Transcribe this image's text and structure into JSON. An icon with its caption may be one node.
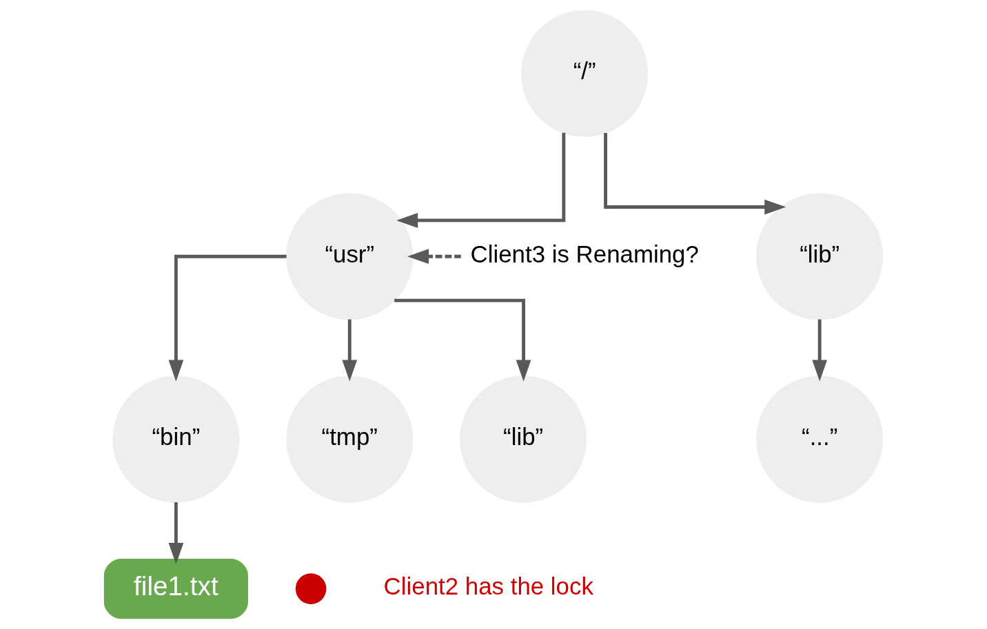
{
  "diagram": {
    "nodes": [
      {
        "text": [
          "“/”"
        ]
      },
      {
        "text": [
          "“usr”"
        ]
      },
      {
        "text": [
          "“lib”"
        ]
      },
      {
        "text": [
          "“lib”"
        ]
      },
      {
        "text": [
          "“bin”"
        ]
      },
      {
        "text": [
          "“tmp”"
        ]
      },
      {
        "text": [
          "“...”"
        ]
      },
      {
        "text": [
          "file1.txt"
        ]
      },
      {
        "text": [
          "Client3 is Renaming?"
        ]
      },
      {
        "text": [],
        "shape": "circle",
        "beside": [
          "Client2 has the lock"
        ]
      }
    ],
    "edges": [
      {
        "from": 0,
        "to": 1,
        "arrow": "to"
      },
      {
        "from": 0,
        "to": 2,
        "arrow": "to"
      },
      {
        "from": 1,
        "to": 3,
        "arrow": "to"
      },
      {
        "from": 1,
        "to": 4,
        "arrow": "to"
      },
      {
        "from": 1,
        "to": 5,
        "arrow": "to"
      },
      {
        "from": 2,
        "to": 6,
        "arrow": "to"
      },
      {
        "from": 4,
        "to": 7,
        "arrow": "to"
      },
      {
        "from": 8,
        "to": 1,
        "arrow": "to",
        "style": "dashed"
      }
    ]
  }
}
